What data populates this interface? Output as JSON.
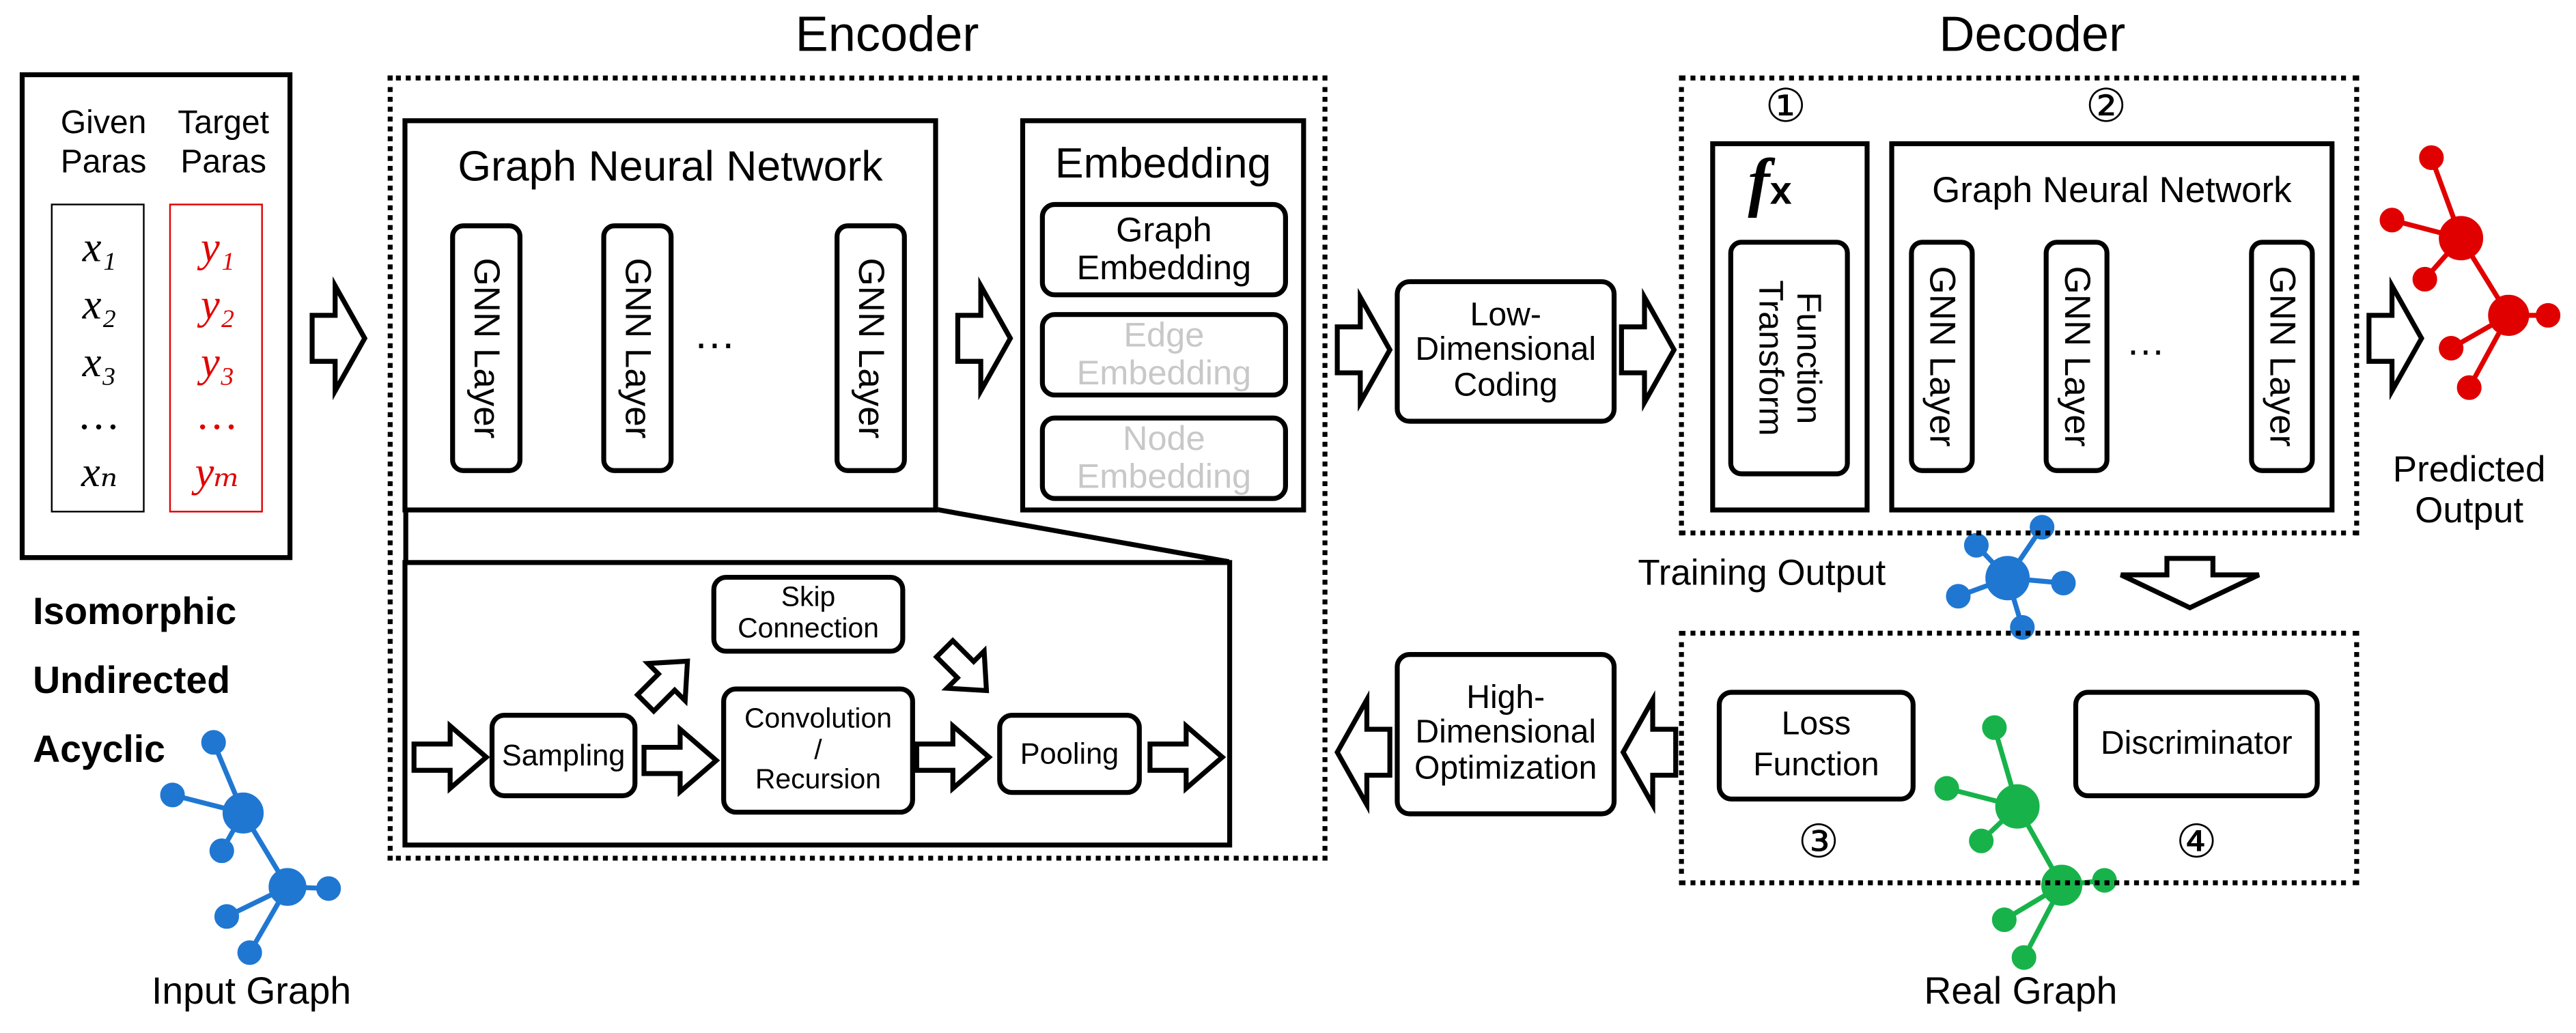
{
  "titles": {
    "encoder": "Encoder",
    "decoder": "Decoder"
  },
  "params": {
    "given_header": [
      "Given",
      "Paras"
    ],
    "target_header": [
      "Target",
      "Paras"
    ],
    "x": [
      "x₁",
      "x₂",
      "x₃",
      "…",
      "xₙ"
    ],
    "y": [
      "y₁",
      "y₂",
      "y₃",
      "…",
      "yₘ"
    ]
  },
  "properties": [
    "Isomorphic",
    "Undirected",
    "Acyclic"
  ],
  "input_graph_label": "Input Graph",
  "encoder": {
    "gnn_title": "Graph Neural Network",
    "gnn_layer": "GNN Layer",
    "ellipsis": "…",
    "embedding_title": "Embedding",
    "graph_embedding": [
      "Graph",
      "Embedding"
    ],
    "edge_embedding": [
      "Edge",
      "Embedding"
    ],
    "node_embedding": [
      "Node",
      "Embedding"
    ],
    "sampling": "Sampling",
    "skip_connection": [
      "Skip",
      "Connection"
    ],
    "convolution": [
      "Convolution",
      "/",
      "Recursion"
    ],
    "pooling": "Pooling"
  },
  "low_dim": [
    "Low-",
    "Dimensional",
    "Coding"
  ],
  "high_dim": [
    "High-",
    "Dimensional",
    "Optimization"
  ],
  "decoder": {
    "circle1": "①",
    "circle2": "②",
    "fx": "f",
    "fx_sub": "x",
    "function_transform": [
      "Function",
      "Transform"
    ],
    "gnn_title": "Graph Neural Network",
    "gnn_layer": "GNN Layer",
    "ellipsis": "…"
  },
  "predicted_output": [
    "Predicted",
    "Output"
  ],
  "training_output": "Training Output",
  "loss": {
    "loss_function": [
      "Loss",
      "Function"
    ],
    "discriminator": "Discriminator",
    "circle3": "③",
    "circle4": "④"
  },
  "real_graph_label": "Real Graph",
  "colors": {
    "red": "#e00000",
    "blue": "#1f77d2",
    "green": "#17b34a",
    "gray": "#c8c8c8"
  }
}
